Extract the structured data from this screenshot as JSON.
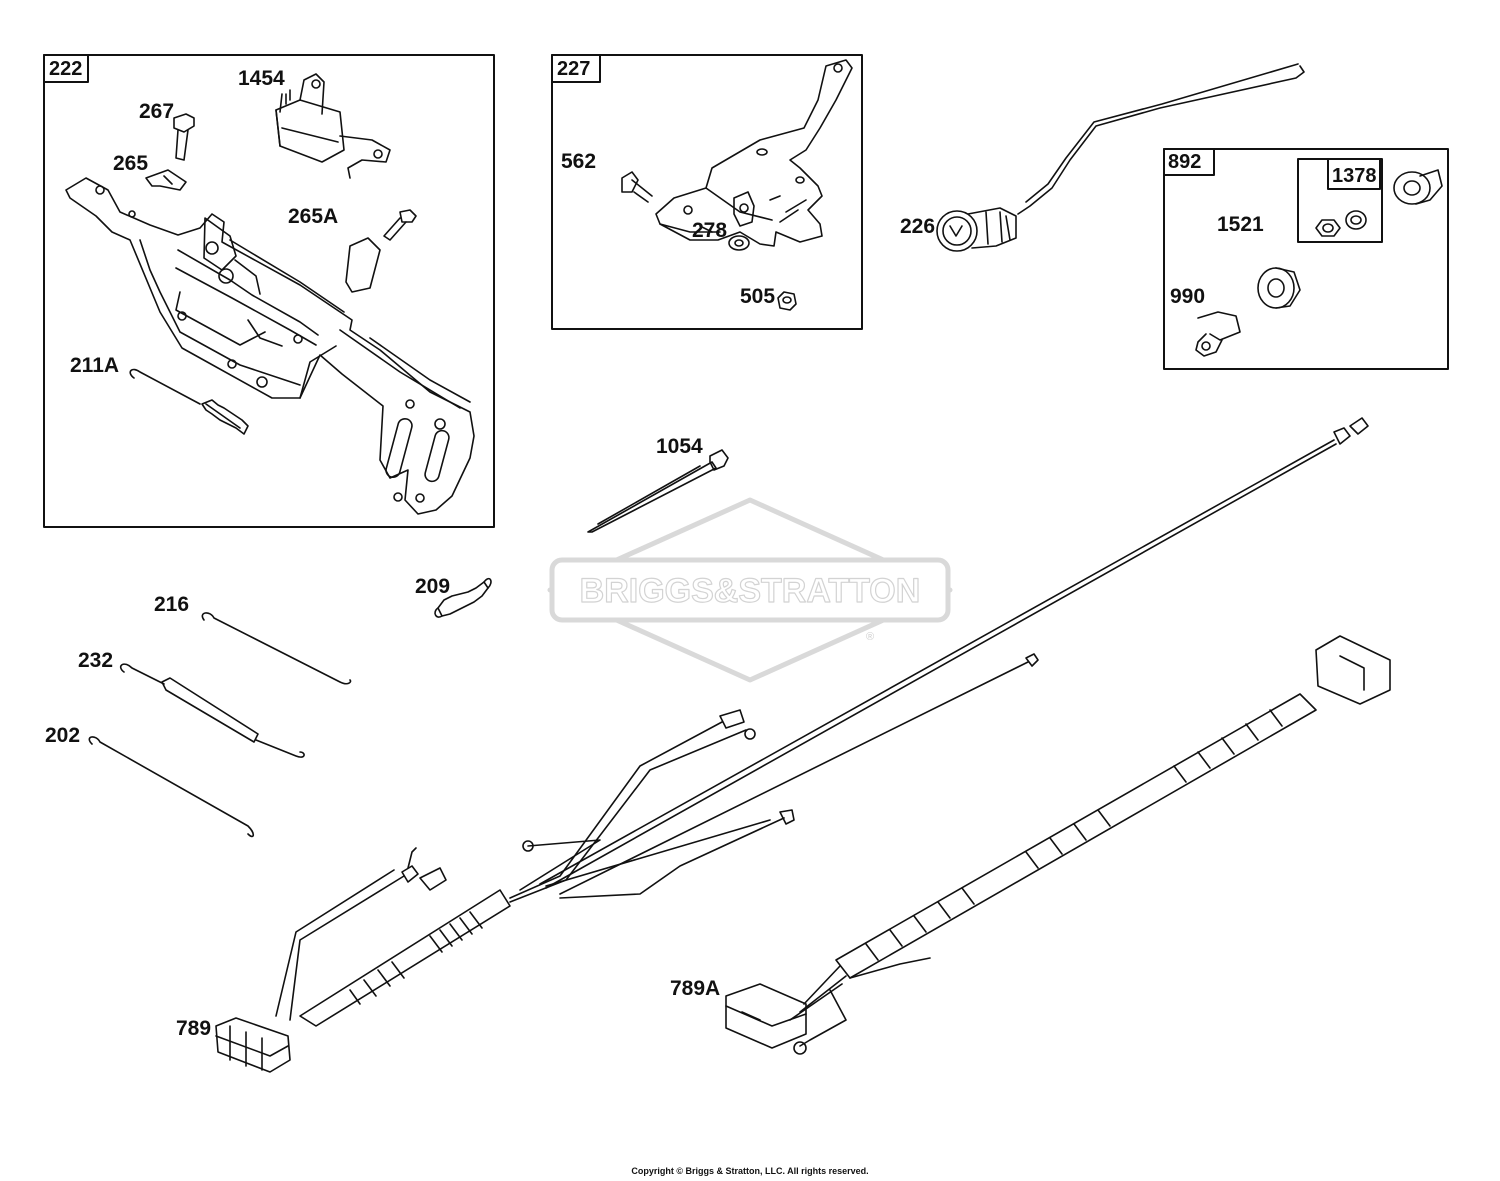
{
  "watermark": "BRIGGS&STRATTON",
  "registered_mark": "®",
  "copyright": "Copyright © Briggs & Stratton, LLC. All rights reserved.",
  "boxes": {
    "b222": "222",
    "b227": "227",
    "b892": "892",
    "b1378": "1378"
  },
  "callouts": {
    "c1454": "1454",
    "c267": "267",
    "c265": "265",
    "c265A": "265A",
    "c211A": "211A",
    "c562": "562",
    "c278": "278",
    "c505": "505",
    "c226": "226",
    "c1521": "1521",
    "c990": "990",
    "c1054": "1054",
    "c209": "209",
    "c216": "216",
    "c232": "232",
    "c202": "202",
    "c789": "789",
    "c789A": "789A"
  },
  "colors": {
    "line": "#111111",
    "watermark": "#d6d6d6"
  }
}
